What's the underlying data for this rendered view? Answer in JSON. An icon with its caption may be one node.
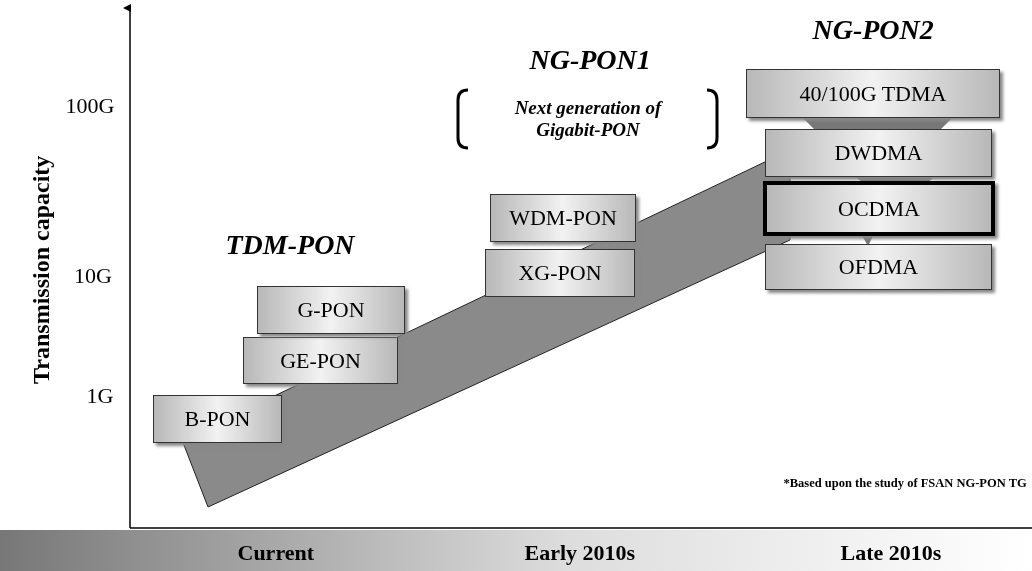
{
  "diagram": {
    "nodes": [
      {
        "text": [
          "B-PON"
        ]
      },
      {
        "text": [
          "GE-PON"
        ]
      },
      {
        "text": [
          "G-PON"
        ]
      },
      {
        "text": [
          "WDM-PON"
        ]
      },
      {
        "text": [
          "XG-PON"
        ]
      },
      {
        "text": [
          "40/100G TDMA"
        ]
      },
      {
        "text": [
          "DWDMA"
        ]
      },
      {
        "text": [
          "OCDMA"
        ]
      },
      {
        "text": [
          "OFDMA"
        ]
      }
    ],
    "edges": [],
    "labels": [
      "NG-PON2",
      "NG-PON1",
      "Next generation of Gigabit-PON",
      "100G",
      "Transmission capacity",
      "TDM-PON",
      "10G",
      "1G",
      "*Based upon the study of FSAN NG-PON TG",
      "Current",
      "Early 2010s",
      "Late 2010s"
    ]
  }
}
